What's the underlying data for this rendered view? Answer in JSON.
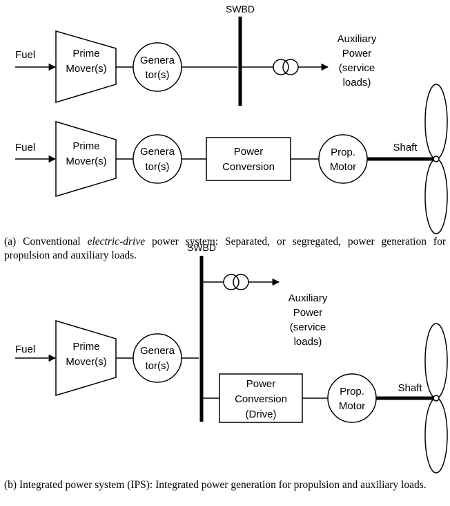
{
  "diagram_a": {
    "fuel": "Fuel",
    "prime_mover": [
      "Prime",
      "Mover(s)"
    ],
    "generator": [
      "Genera",
      "tor(s)"
    ],
    "swbd": "SWBD",
    "auxiliary_power": [
      "Auxiliary",
      "Power",
      "(service",
      "loads)"
    ],
    "fuel_2": "Fuel",
    "prime_mover_2": [
      "Prime",
      "Mover(s)"
    ],
    "generator_2": [
      "Genera",
      "tor(s)"
    ],
    "power_conversion": [
      "Power",
      "Conversion"
    ],
    "prop_motor": [
      "Prop.",
      "Motor"
    ],
    "shaft": "Shaft"
  },
  "caption_a": {
    "prefix": "(a) Conventional ",
    "emphasis": "electric-drive",
    "suffix": " power system: Separated, or segregated, power generation for propulsion and auxiliary loads."
  },
  "diagram_b": {
    "fuel": "Fuel",
    "prime_mover": [
      "Prime",
      "Mover(s)"
    ],
    "generator": [
      "Genera",
      "tor(s)"
    ],
    "swbd": "SWBD",
    "auxiliary_power": [
      "Auxiliary",
      "Power",
      "(service",
      "loads)"
    ],
    "power_conversion": [
      "Power",
      "Conversion",
      "(Drive)"
    ],
    "prop_motor": [
      "Prop.",
      "Motor"
    ],
    "shaft": "Shaft"
  },
  "caption_b": {
    "text": "(b) Integrated power system (IPS): Integrated power generation for propulsion and auxiliary loads."
  }
}
